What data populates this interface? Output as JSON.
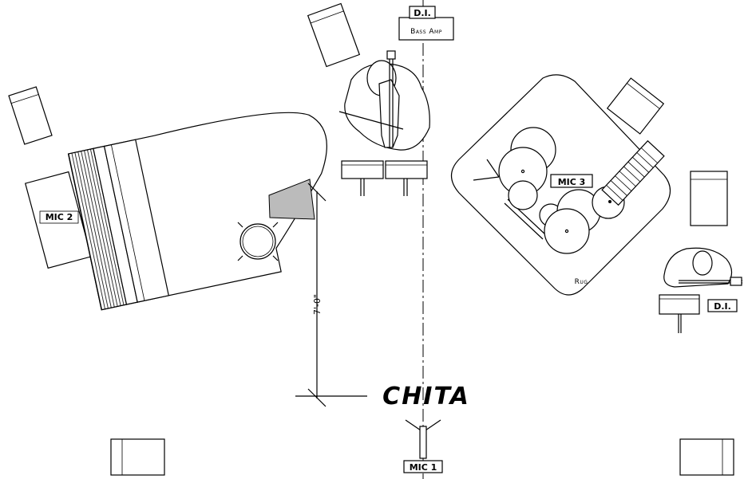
{
  "title": "CHITA",
  "labels": {
    "bass_di": "D.I.",
    "bass_amp": "Bass Amp",
    "mic1": "MIC 1",
    "mic2": "MIC 2",
    "mic3": "MIC 3",
    "guitar_di": "D.I.",
    "rug": "Rug",
    "dimension": "7'-0\""
  }
}
